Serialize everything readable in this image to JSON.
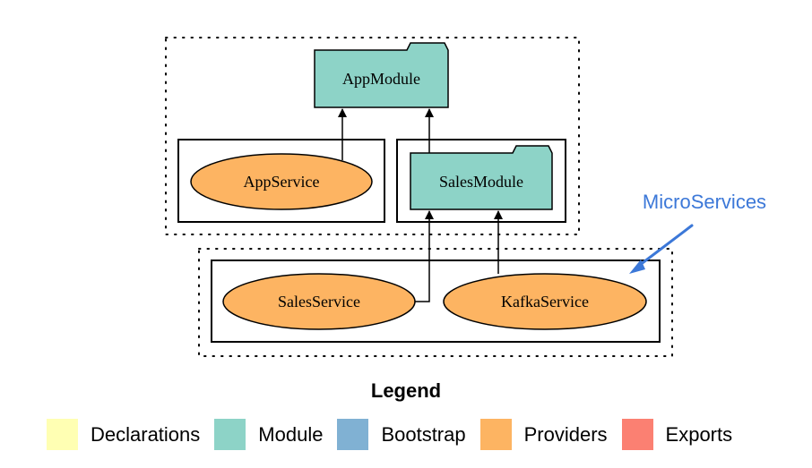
{
  "nodes": {
    "app_module": "AppModule",
    "app_service": "AppService",
    "sales_module": "SalesModule",
    "sales_service": "SalesService",
    "kafka_service": "KafkaService"
  },
  "annotation": {
    "label": "MicroServices",
    "color": "#3c78d8"
  },
  "colors": {
    "module_fill": "#8dd3c7",
    "provider_fill": "#fdb462"
  },
  "legend": {
    "title": "Legend",
    "items": [
      {
        "label": "Declarations",
        "color": "#ffffb3"
      },
      {
        "label": "Module",
        "color": "#8dd3c7"
      },
      {
        "label": "Bootstrap",
        "color": "#80b1d3"
      },
      {
        "label": "Providers",
        "color": "#fdb462"
      },
      {
        "label": "Exports",
        "color": "#fb8072"
      }
    ]
  }
}
